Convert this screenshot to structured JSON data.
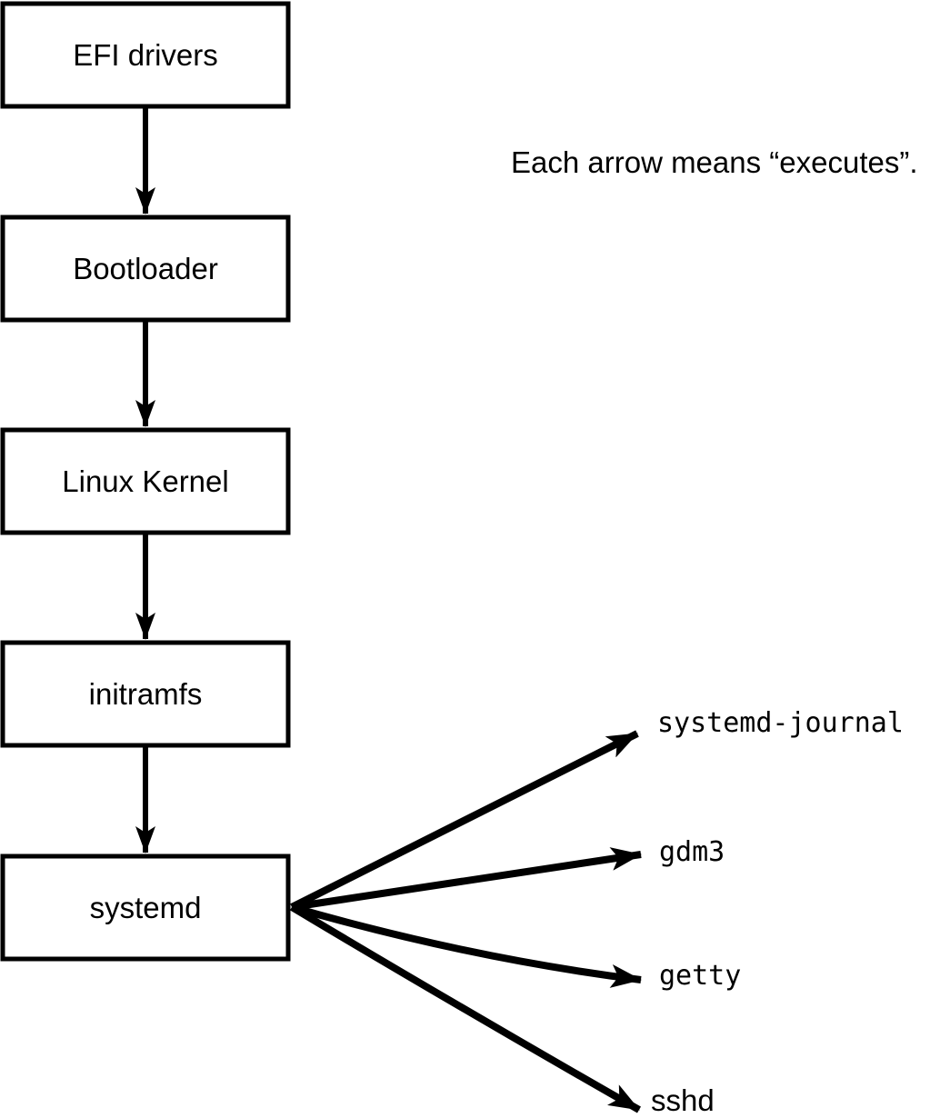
{
  "diagram": {
    "title_note": "Each arrow means “executes”.",
    "ink_color": "#000000",
    "background_color": "#ffffff",
    "boot_chain": {
      "boxes": [
        {
          "id": "efi-drivers",
          "label": "EFI drivers"
        },
        {
          "id": "bootloader",
          "label": "Bootloader"
        },
        {
          "id": "linux-kernel",
          "label": "Linux Kernel"
        },
        {
          "id": "initramfs",
          "label": "initramfs"
        },
        {
          "id": "systemd",
          "label": "systemd"
        }
      ],
      "edge_meaning": "executes"
    },
    "spawned_processes": [
      {
        "id": "systemd-journal",
        "label": "systemd-journal"
      },
      {
        "id": "gdm3",
        "label": "gdm3"
      },
      {
        "id": "getty",
        "label": "getty"
      },
      {
        "id": "sshd",
        "label": "sshd"
      }
    ]
  }
}
